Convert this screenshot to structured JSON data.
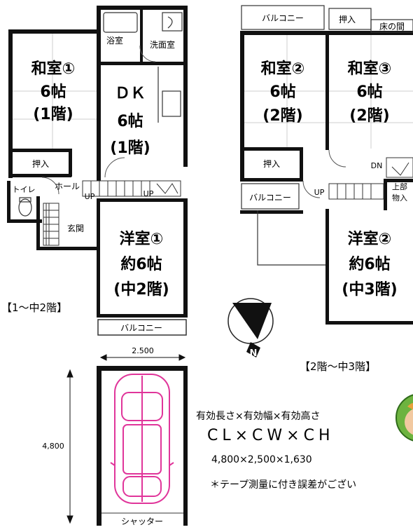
{
  "floor1": {
    "washitsu1": {
      "name": "和室①",
      "size": "6帖",
      "floor": "(1階)"
    },
    "dk": {
      "name": "ＤＫ",
      "size": "6帖",
      "floor": "(1階)"
    },
    "bath": "浴室",
    "washroom": "洗面室",
    "oshiire": "押入",
    "toilet": "トイレ",
    "hall": "ホール",
    "up1": "UP",
    "up2": "UP",
    "genkan": "玄関",
    "youshitsu1": {
      "name": "洋室①",
      "size": "約6帖",
      "floor": "(中2階)"
    },
    "balcony": "バルコニー",
    "caption": "【1～中2階】"
  },
  "floor2": {
    "balcony_top": "バルコニー",
    "oshiire_top": "押入",
    "tokonoma": "床の間",
    "washitsu2": {
      "name": "和室②",
      "size": "6帖",
      "floor": "(2階)"
    },
    "washitsu3": {
      "name": "和室③",
      "size": "6帖",
      "floor": "(2階)"
    },
    "oshiire": "押入",
    "dn": "DN",
    "upper_storage": [
      "上部",
      "物入"
    ],
    "balcony_left": "バルコニー",
    "up": "UP",
    "youshitsu2": {
      "name": "洋室②",
      "size": "約6帖",
      "floor": "(中3階)"
    },
    "caption": "【2階～中3階】"
  },
  "compass": {
    "label": "N"
  },
  "garage": {
    "width_label": "2.500",
    "length_label": "4,800",
    "shutter": "シャッター"
  },
  "spec": {
    "line1": "有効長さ×有効幅×有効高さ",
    "line2": "CL×CW×CH",
    "line3": "4,800×2,500×1,630",
    "note": "＊テープ測量に付き誤差がござい"
  },
  "colors": {
    "car": "#e0359a",
    "wall": "#111111",
    "mascot_green": "#6db33f",
    "mascot_skin": "#f2c9a0"
  }
}
